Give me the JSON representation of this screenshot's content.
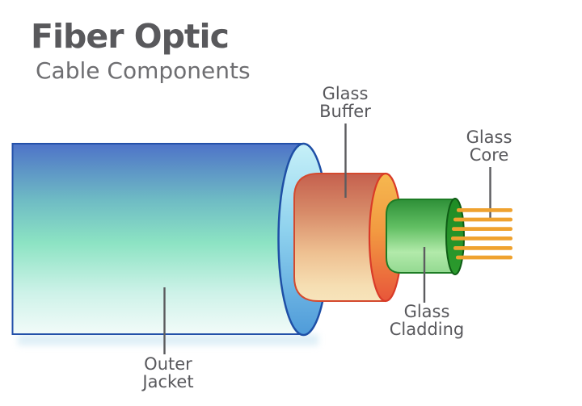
{
  "header": {
    "title": "Fiber Optic",
    "subtitle": "Cable Components"
  },
  "labels": {
    "glass_buffer": {
      "line1": "Glass",
      "line2": "Buffer"
    },
    "glass_core": {
      "line1": "Glass",
      "line2": "Core"
    },
    "glass_cladding": {
      "line1": "Glass",
      "line2": "Cladding"
    },
    "outer_jacket": {
      "line1": "Outer",
      "line2": "Jacket"
    }
  },
  "colors": {
    "background": "#ffffff",
    "title_text": "#59595c",
    "subtitle_text": "#6e6e71",
    "label_text": "#58585c",
    "pointer_line": "#5c5c5f",
    "jacket_body_top": "#4e73c8",
    "jacket_body_mint": "#8ce3c3",
    "jacket_body_bottom": "#f2fbf9",
    "jacket_outline": "#1e4fa6",
    "jacket_face_top": "#c6f0f8",
    "jacket_face_bottom": "#4f9bd9",
    "buffer_body_top": "#c5604e",
    "buffer_body_bottom": "#f7e4bb",
    "buffer_outline": "#d4492e",
    "buffer_face_top": "#f6b84f",
    "buffer_face_bottom": "#e8563a",
    "cladding_body_top": "#2e9038",
    "cladding_body_light": "#b2eaaa",
    "cladding_outline": "#1d7c25",
    "cladding_face": "#1f8c25",
    "fiber": "#efa22f",
    "shadow": "#bfe0ef"
  }
}
